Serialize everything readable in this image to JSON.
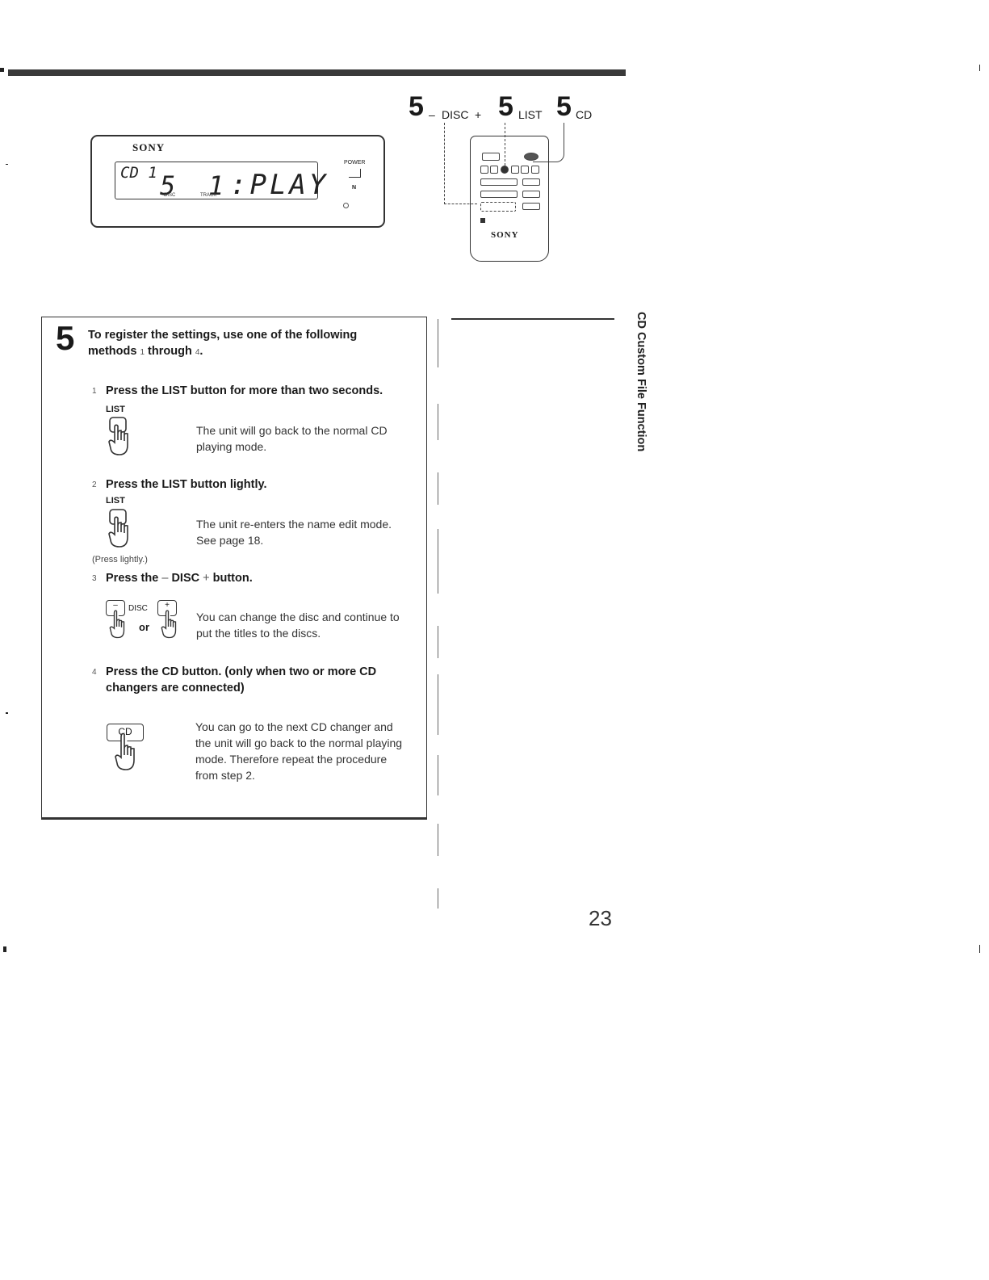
{
  "display": {
    "brand": "SONY",
    "cd_label": "CD 1",
    "disc": "5",
    "track": "1",
    "text": ":PLAY",
    "disc_label": "DISC",
    "track_label": "TRACK",
    "power_label": "POWER",
    "n_mark": "N"
  },
  "remote_labels": {
    "step_number": "5",
    "disc_minus": "–",
    "disc": "DISC",
    "disc_plus": "+",
    "list": "LIST",
    "cd": "CD"
  },
  "remote": {
    "brand": "SONY"
  },
  "step": {
    "number": "5",
    "intro_a": "To register the settings, use one of the following",
    "intro_b": "methods",
    "intro_num1": "1",
    "intro_through": "through",
    "intro_num4": "4",
    "intro_end": ".",
    "sub1": {
      "num": "1",
      "title": "Press the LIST button for more than two seconds.",
      "key_label": "LIST",
      "desc": "The unit will go back to the normal CD playing mode."
    },
    "sub2": {
      "num": "2",
      "title": "Press the LIST button lightly.",
      "key_label": "LIST",
      "desc": "The unit re-enters the name edit mode. See page 18.",
      "note": "(Press lightly.)"
    },
    "sub3": {
      "num": "3",
      "title_a": "Press the",
      "minus": "–",
      "title_b": "DISC",
      "plus": "+",
      "title_c": "button.",
      "key_minus": "–",
      "key_disc": "DISC",
      "key_plus": "+",
      "key_or": "or",
      "desc": "You can change the disc and continue to put the titles to the discs."
    },
    "sub4": {
      "num": "4",
      "title_line1": "Press the CD button. (only when two or more CD",
      "title_line2": "changers are connected)",
      "key_label": "CD",
      "desc": "You can go to the next CD changer and the unit will go back to the normal playing mode. Therefore repeat the procedure from step 2."
    }
  },
  "sidebar": {
    "title": "CD Custom File Function"
  },
  "page_number": "23"
}
